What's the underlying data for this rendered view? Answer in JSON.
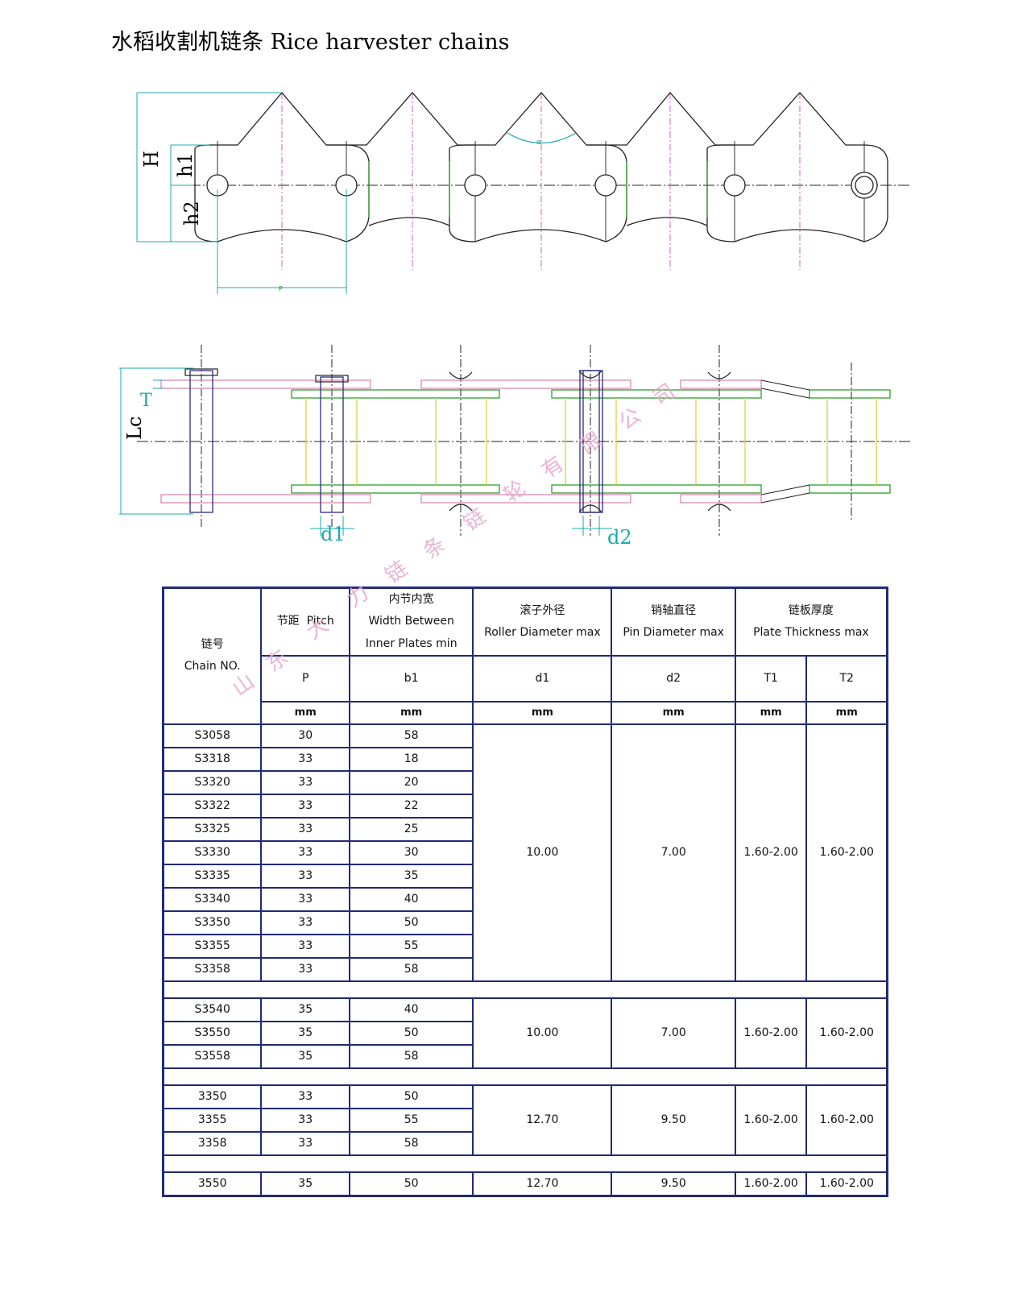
{
  "title": "水稻收割机链条 Rice harvester chains",
  "drawing_labels": {
    "H": "H",
    "h1": "h1",
    "h2": "h2",
    "p": "P",
    "T": "T",
    "Lc": "Lc",
    "d1": "d1",
    "d2": "d2",
    "angle": "α"
  },
  "watermark": [
    "山",
    "东",
    "大",
    "力",
    "链",
    "条",
    "链",
    "轮",
    "有",
    "限",
    "公",
    "司"
  ],
  "table": {
    "header": {
      "chain_no_cn": "链号",
      "chain_no_en": "Chain NO.",
      "pitch_cn": "节距",
      "pitch_en": "Pitch",
      "width_cn": "内节内宽",
      "width_en1": "Width Between",
      "width_en2": "Inner Plates min",
      "roller_cn": "滚子外径",
      "roller_en": "Roller Diameter max",
      "pin_cn": "销轴直径",
      "pin_en": "Pin Diameter max",
      "plate_cn": "链板厚度",
      "plate_en": "Plate Thickness max",
      "sym_p": "P",
      "sym_b1": "b1",
      "sym_d1": "d1",
      "sym_d2": "d2",
      "sym_t1": "T1",
      "sym_t2": "T2",
      "unit": "mm"
    },
    "groups": [
      {
        "rows": [
          {
            "no": "S3058",
            "p": "30",
            "b1": "58"
          },
          {
            "no": "S3318",
            "p": "33",
            "b1": "18"
          },
          {
            "no": "S3320",
            "p": "33",
            "b1": "20"
          },
          {
            "no": "S3322",
            "p": "33",
            "b1": "22"
          },
          {
            "no": "S3325",
            "p": "33",
            "b1": "25"
          },
          {
            "no": "S3330",
            "p": "33",
            "b1": "30"
          },
          {
            "no": "S3335",
            "p": "33",
            "b1": "35"
          },
          {
            "no": "S3340",
            "p": "33",
            "b1": "40"
          },
          {
            "no": "S3350",
            "p": "33",
            "b1": "50"
          },
          {
            "no": "S3355",
            "p": "33",
            "b1": "55"
          },
          {
            "no": "S3358",
            "p": "33",
            "b1": "58"
          }
        ],
        "d1": "10.00",
        "d2": "7.00",
        "t1": "1.60-2.00",
        "t2": "1.60-2.00"
      },
      {
        "rows": [
          {
            "no": "S3540",
            "p": "35",
            "b1": "40"
          },
          {
            "no": "S3550",
            "p": "35",
            "b1": "50"
          },
          {
            "no": "S3558",
            "p": "35",
            "b1": "58"
          }
        ],
        "d1": "10.00",
        "d2": "7.00",
        "t1": "1.60-2.00",
        "t2": "1.60-2.00"
      },
      {
        "rows": [
          {
            "no": "3350",
            "p": "33",
            "b1": "50"
          },
          {
            "no": "3355",
            "p": "33",
            "b1": "55"
          },
          {
            "no": "3358",
            "p": "33",
            "b1": "58"
          }
        ],
        "d1": "12.70",
        "d2": "9.50",
        "t1": "1.60-2.00",
        "t2": "1.60-2.00"
      },
      {
        "rows": [
          {
            "no": "3550",
            "p": "35",
            "b1": "50"
          }
        ],
        "d1": "12.70",
        "d2": "9.50",
        "t1": "1.60-2.00",
        "t2": "1.60-2.00"
      }
    ]
  }
}
